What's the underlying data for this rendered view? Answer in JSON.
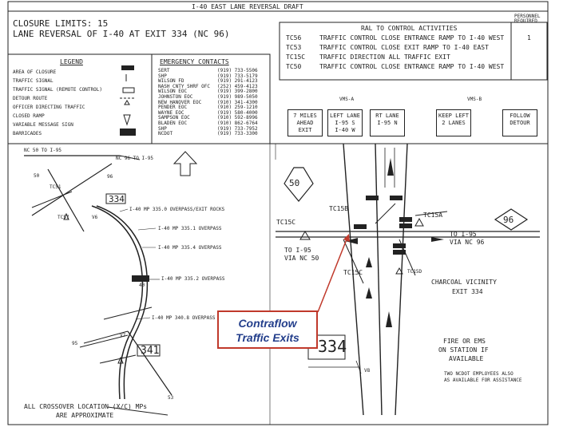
{
  "header": {
    "title": "I-40 EAST LANE REVERSAL DRAFT",
    "closure_limits": "CLOSURE LIMITS: 15",
    "lane_reversal": "LANE REVERSAL OF I-40 AT EXIT 334 (NC 96)"
  },
  "activities": {
    "title": "RAL  TO CONTROL ACTIVITIES",
    "personnel_header": "PERSONNEL REQUIRED",
    "personnel_count": "1",
    "rows": [
      {
        "code": "TC56",
        "text": "TRAFFIC CONTROL CLOSE ENTRANCE RAMP TO I-40 WEST"
      },
      {
        "code": "TC53",
        "text": "TRAFFIC CONTROL CLOSE EXIT RAMP TO I-40 EAST"
      },
      {
        "code": "TC15C",
        "text": "TRAFFIC DIRECTION ALL TRAFFIC EXIT"
      },
      {
        "code": "TC50",
        "text": "TRAFFIC CONTROL CLOSE ENTRANCE RAMP TO I-40 WEST"
      }
    ]
  },
  "legend": {
    "title": "LEGEND",
    "items": [
      "AREA OF CLOSURE",
      "TRAFFIC SIGNAL",
      "TRAFFIC SIGNAL (REMOTE CONTROL)",
      "DETOUR ROUTE",
      "OFFICER DIRECTING TRAFFIC",
      "CLOSED RAMP",
      "VARIABLE MESSAGE SIGN",
      "BARRICADES"
    ]
  },
  "contacts": {
    "title": "EMERGENCY CONTACTS",
    "rows": [
      {
        "name": "SERT",
        "phone": "(919) 733-5506"
      },
      {
        "name": "SHP",
        "phone": "(919) 733-5179"
      },
      {
        "name": "WILSON FD",
        "phone": "(919) 291-4123"
      },
      {
        "name": "NASH CNTY SHRF OFC",
        "phone": "(252) 459-4123"
      },
      {
        "name": "WILSON EOC",
        "phone": "(919) 399-2800"
      },
      {
        "name": "JOHNSTON EOC",
        "phone": "(919) 989-5050"
      },
      {
        "name": "NEW HANOVER EOC",
        "phone": "(910) 341-4300"
      },
      {
        "name": "PENDER EOC",
        "phone": "(910) 259-1210"
      },
      {
        "name": "WAYNE EOC",
        "phone": "(919) 580-4000"
      },
      {
        "name": "SAMPSON EOC",
        "phone": "(910) 592-8996"
      },
      {
        "name": "BLADEN EOC",
        "phone": "(910) 862-6764"
      },
      {
        "name": "SHP",
        "phone": "(919) 733-7952"
      },
      {
        "name": "NCDOT",
        "phone": "(919) 733-3300"
      }
    ]
  },
  "vms": {
    "label_a": "VMS-A",
    "label_b": "VMS-B",
    "signs": [
      {
        "line1": "7 MILES",
        "line2": "AHEAD",
        "line3": "EXIT"
      },
      {
        "line1": "LEFT LANE",
        "line2": "I-95 S",
        "line3": "I-40 W"
      },
      {
        "line1": "RT LANE",
        "line2": "I-95 N",
        "line3": ""
      },
      {
        "line1": "KEEP LEFT",
        "line2": "2 LANES",
        "line3": ""
      },
      {
        "line1": "FOLLOW",
        "line2": "DETOUR",
        "line3": ""
      }
    ]
  },
  "map_left": {
    "top_label": "NC 50 TO I-95",
    "nc96_label": "NC 96 TO I-95",
    "tc51": "TC51",
    "exit_334": "334",
    "exit_341": "341",
    "tc57": "TC57",
    "v6": "V6",
    "overpass_1": "I-40 MP 335.0 OVERPASS/EXIT ROCKS",
    "overpass_2": "I-40 MP 335.1 OVERPASS",
    "overpass_3": "I-40 MP 335.4 OVERPASS",
    "overpass_4": "I-40 MP 335.2 OVERPASS",
    "overpass_5": "I-40 MP 340.8 OVERPASS",
    "v7": "V7",
    "shield_50": "50",
    "shield_96": "96",
    "shield_40": "40",
    "shield_95": "95",
    "shield_53": "53",
    "footnote_1": "ALL CROSSOVER LOCATION (X/C) MPs",
    "footnote_2": "ARE APPROXIMATE"
  },
  "map_right": {
    "shield_50": "50",
    "shield_96": "96",
    "tc15b": "TC15B",
    "tc15a": "TC15A",
    "tc15c": "TC15C",
    "tc15d": "TC15D",
    "to_i95_left_1": "TO I-95",
    "to_i95_left_2": "VIA NC 50",
    "to_i95_right_1": "TO I-95",
    "to_i95_right_2": "VIA NC 96",
    "exit_label_1": "CHARCOAL VICINITY",
    "exit_label_2": "EXIT 334",
    "exit_number": "334",
    "v8": "V8",
    "fire_1": "FIRE OR EMS",
    "fire_2": "ON STATION IF",
    "fire_3": "AVAILABLE",
    "note_1": "TWO NCDOT EMPLOYEES ALSO",
    "note_2": "AS AVAILABLE FOR ASSISTANCE"
  },
  "callout": {
    "line1": "Contraflow",
    "line2": "Traffic Exits"
  },
  "colors": {
    "callout_border": "#c0392b",
    "callout_text": "#233e8b",
    "drawing": "#222222"
  }
}
